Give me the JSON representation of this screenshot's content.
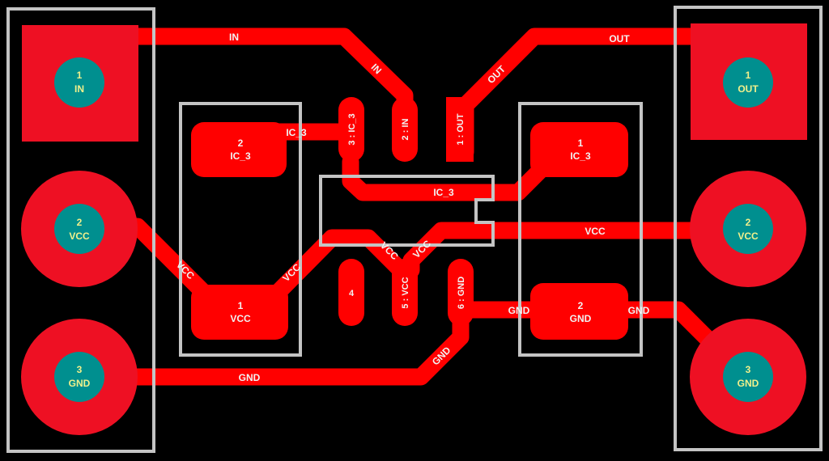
{
  "colors": {
    "background": "#000000",
    "copper": "#ff0000",
    "pad": "#ee1023",
    "drill": "#008f8f",
    "silkscreen": "#c4c4c4",
    "pad_text": "#f0f08c",
    "label_text": "#f2f2f2"
  },
  "connectors": {
    "left": {
      "pads": [
        {
          "number": "1",
          "net": "IN"
        },
        {
          "number": "2",
          "net": "VCC"
        },
        {
          "number": "3",
          "net": "GND"
        }
      ]
    },
    "right": {
      "pads": [
        {
          "number": "1",
          "net": "OUT"
        },
        {
          "number": "2",
          "net": "VCC"
        },
        {
          "number": "3",
          "net": "GND"
        }
      ]
    }
  },
  "capacitors": {
    "left": {
      "pads": [
        {
          "number": "2",
          "net": "IC_3"
        },
        {
          "number": "1",
          "net": "VCC"
        }
      ]
    },
    "right": {
      "pads": [
        {
          "number": "1",
          "net": "IC_3"
        },
        {
          "number": "2",
          "net": "GND"
        }
      ]
    }
  },
  "ic": {
    "pins": [
      {
        "label": "3 : IC_3"
      },
      {
        "label": "2 : IN"
      },
      {
        "label": "1 : OUT"
      },
      {
        "label": "4"
      },
      {
        "label": "5 : VCC"
      },
      {
        "label": "6 : GND"
      }
    ]
  },
  "net_labels": {
    "in_top": "IN",
    "in_diag": "IN",
    "out_top": "OUT",
    "out_diag": "OUT",
    "ic3_middle": "IC_3",
    "ic3_cap": "IC_3",
    "vcc_right": "VCC",
    "vcc_left_diag": "VCC",
    "vcc_cap_diag": "VCC",
    "vcc_ic_a": "VCC",
    "vcc_ic_b": "VCC",
    "gnd_bottom": "GND",
    "gnd_diag": "GND",
    "gnd_cap_left": "GND",
    "gnd_cap_right": "GND"
  }
}
